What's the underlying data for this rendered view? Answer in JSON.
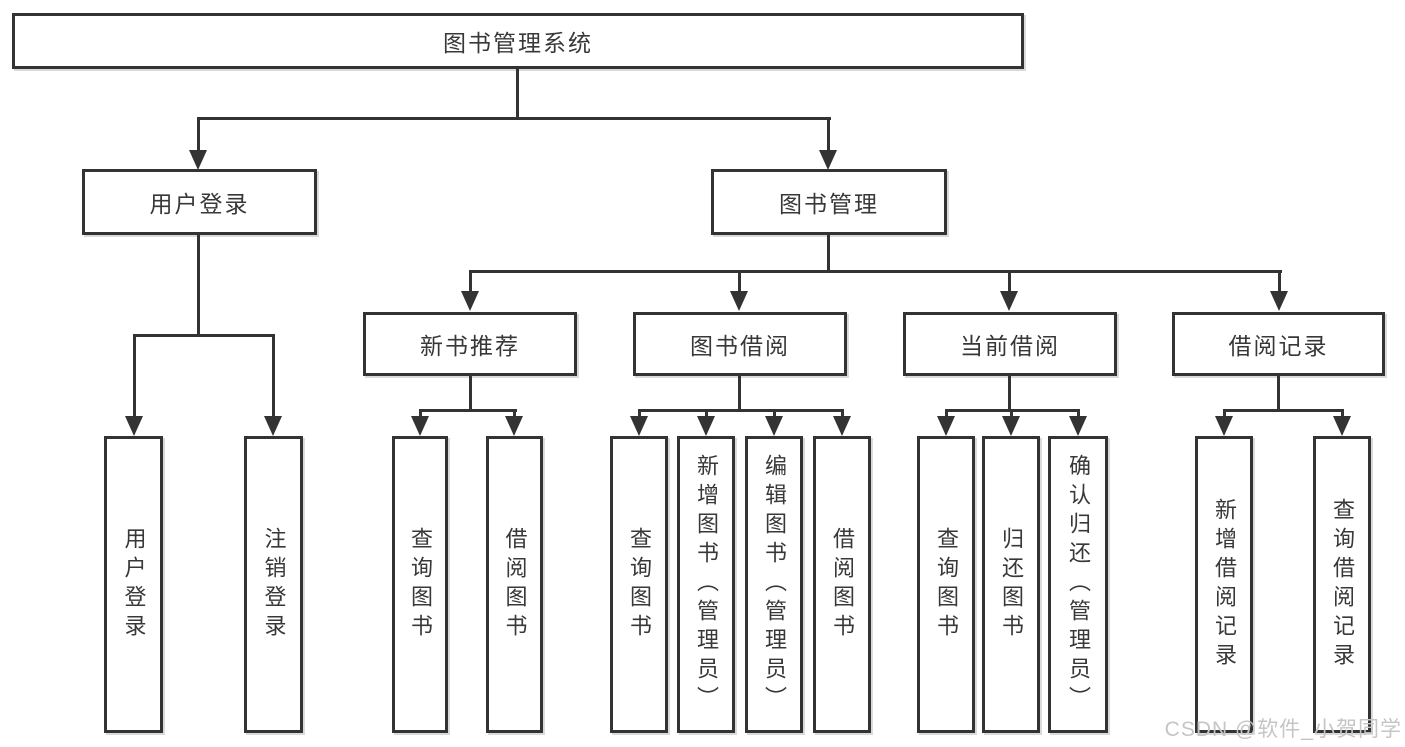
{
  "root": {
    "label": "图书管理系统"
  },
  "level1": {
    "user_login": {
      "label": "用户登录"
    },
    "book_mgmt": {
      "label": "图书管理"
    }
  },
  "level2": {
    "new_books": {
      "label": "新书推荐"
    },
    "book_borrow": {
      "label": "图书借阅"
    },
    "current_borrow": {
      "label": "当前借阅"
    },
    "borrow_records": {
      "label": "借阅记录"
    }
  },
  "leaves": {
    "user_login": [
      "用户登录",
      "注销登录"
    ],
    "new_books": [
      "查询图书",
      "借阅图书"
    ],
    "book_borrow": [
      "查询图书",
      "新增图书（管理员）",
      "编辑图书（管理员）",
      "借阅图书"
    ],
    "current_borrow": [
      "查询图书",
      "归还图书",
      "确认归还（管理员）"
    ],
    "borrow_records": [
      "新增借阅记录",
      "查询借阅记录"
    ]
  },
  "watermark": "CSDN @软件_小贺同学",
  "colors": {
    "line": "#333333",
    "text": "#383838",
    "watermark": "#c5c5c5",
    "background": "#ffffff"
  }
}
